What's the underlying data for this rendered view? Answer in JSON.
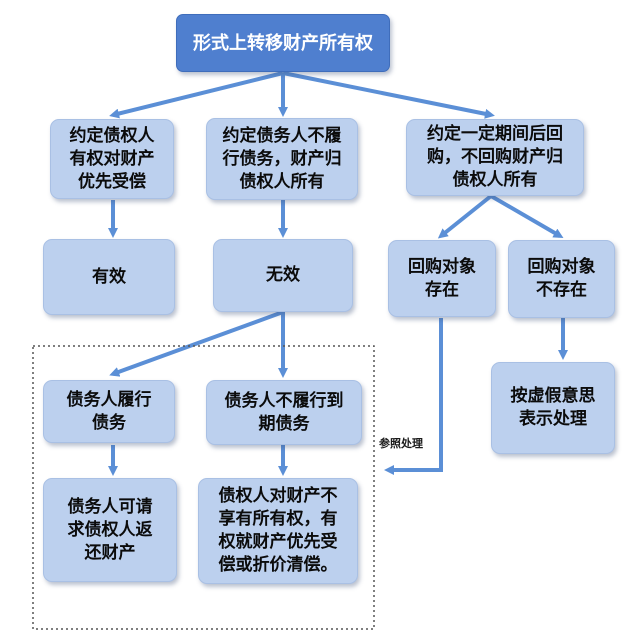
{
  "colors": {
    "top_fill": "#4f7fcf",
    "box_fill": "#bcd0ee",
    "arrow": "#5b8fd6",
    "dashed_border": "#555555"
  },
  "nodes": {
    "root": "形式上转移财产所有权",
    "a1": "约定债权人\n有权对财产\n优先受偿",
    "a2": "约定债务人不履\n行债务，财产归\n债权人所有",
    "a3": "约定一定期间后回\n购，不回购财产归\n债权人所有",
    "b1": "有效",
    "b2": "无效",
    "c1": "回购对象\n存在",
    "c2": "回购对象\n不存在",
    "d1": "债务人履行\n债务",
    "d2": "债务人不履行到\n期债务",
    "e1": "债务人可请\n求债权人返\n还财产",
    "e2": "债权人对财产不\n享有所有权，有\n权就财产优先受\n偿或折价清偿。",
    "f1": "按虚假意思\n表示处理"
  },
  "edge_labels": {
    "refer": "参照处理"
  }
}
